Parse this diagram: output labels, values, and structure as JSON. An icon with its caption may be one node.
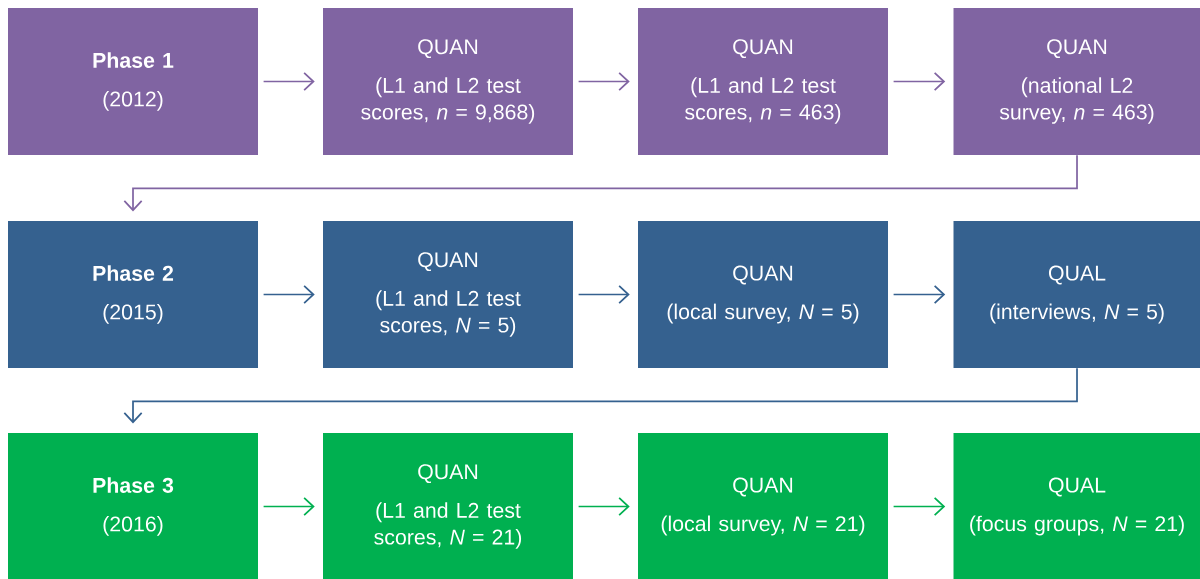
{
  "diagram": {
    "nodes": [
      {
        "text": [
          "Phase 1",
          "(2012)"
        ]
      },
      {
        "text": [
          "QUAN",
          "(L1 and L2 test scores, *n* = 9,868)"
        ]
      },
      {
        "text": [
          "QUAN",
          "(L1 and L2 test scores, *n* = 463)"
        ]
      },
      {
        "text": [
          "QUAN",
          "(national L2 survey, *n* = 463)"
        ]
      },
      {
        "text": [
          "Phase 2",
          "(2015)"
        ]
      },
      {
        "text": [
          "QUAN",
          "(L1 and L2 test scores, *N* = 5)"
        ]
      },
      {
        "text": [
          "QUAN",
          "(local survey, *N* = 5)"
        ]
      },
      {
        "text": [
          "QUAL",
          "(interviews, *N* = 5)"
        ]
      },
      {
        "text": [
          "Phase 3",
          "(2016)"
        ]
      },
      {
        "text": [
          "QUAN",
          "(L1 and L2 test scores, *N* = 21)"
        ]
      },
      {
        "text": [
          "QUAN",
          "(local survey, *N* = 21)"
        ]
      },
      {
        "text": [
          "QUAL",
          "(focus groups, *N* = 21)"
        ]
      }
    ],
    "edges": [
      {
        "from": 0,
        "to": 1,
        "arrow": "to",
        "color": "#8064a2"
      },
      {
        "from": 1,
        "to": 2,
        "arrow": "to",
        "color": "#8064a2"
      },
      {
        "from": 2,
        "to": 3,
        "arrow": "to",
        "color": "#8064a2"
      },
      {
        "from": 3,
        "to": 4,
        "arrow": "to",
        "color": "#8064a2"
      },
      {
        "from": 4,
        "to": 5,
        "arrow": "to",
        "color": "#35618f"
      },
      {
        "from": 5,
        "to": 6,
        "arrow": "to",
        "color": "#35618f"
      },
      {
        "from": 6,
        "to": 7,
        "arrow": "to",
        "color": "#35618f"
      },
      {
        "from": 7,
        "to": 8,
        "arrow": "to",
        "color": "#35618f"
      },
      {
        "from": 8,
        "to": 9,
        "arrow": "to",
        "color": "#00b050"
      },
      {
        "from": 9,
        "to": 10,
        "arrow": "to",
        "color": "#00b050"
      },
      {
        "from": 10,
        "to": 11,
        "arrow": "to",
        "color": "#00b050"
      }
    ]
  }
}
